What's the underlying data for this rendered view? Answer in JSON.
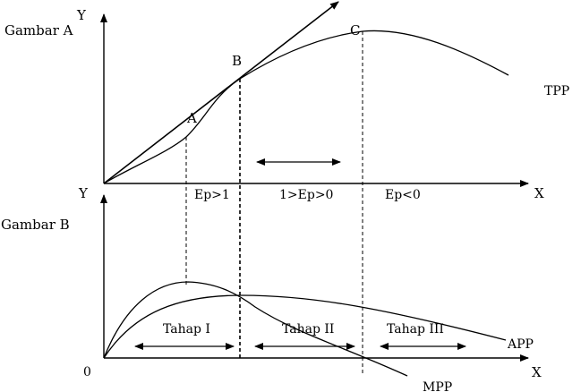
{
  "panel_a": {
    "title": "Gambar A",
    "y_axis_label": "Y",
    "x_axis_label": "X",
    "point_a": "A",
    "point_b": "B",
    "point_c": "C",
    "curve_label": "TPP",
    "zone_1": "Ep>1",
    "zone_2": "1>Ep>0",
    "zone_3": "Ep<0"
  },
  "panel_b": {
    "title": "Gambar B",
    "y_axis_label": "Y",
    "x_axis_label": "X",
    "origin_label": "0",
    "stage_1": "Tahap I",
    "stage_2": "Tahap II",
    "stage_3": "Tahap III",
    "app_label": "APP",
    "mpp_label": "MPP"
  },
  "colors": {
    "ink": "#000000",
    "background": "#ffffff"
  }
}
